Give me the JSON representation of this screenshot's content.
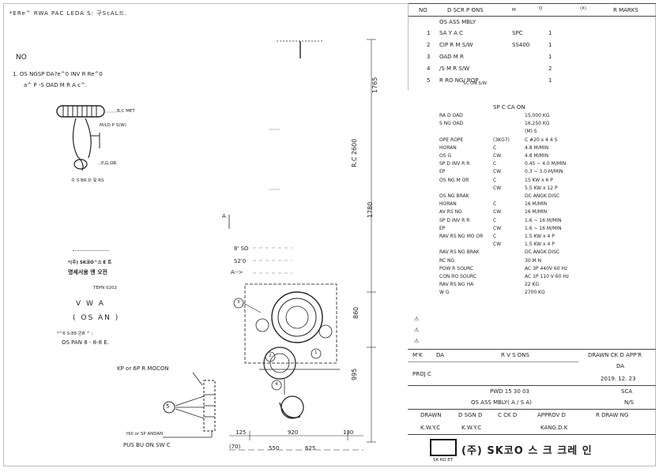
{
  "header_note": "*ERe^ RWA PAC LEDA S: 구ScAL드.",
  "notes": {
    "title": "NO",
    "item1": "1. OS NGSP DA?e^0 INV R Re^0",
    "item1b": "a^ P -S OAD M R A c^.",
    "motor_label1": "B,C MET",
    "motor_label2": "P,G OR ",
    "motor_label3": "M/LD P S(W) ",
    "motor_caption": "수 S BR D 및 RS",
    "logo_caption1": "*(주) SK코O^스 E 트",
    "logo_caption2": "명세서용 엔 오전",
    "logo_caption3": "TEPN 0202",
    "view_label": "V W A",
    "view_sub": "( OS AN )",
    "pan_note1": "*^6 S:88 온B ^ ;",
    "pan_note2": "OS PAN 8 - 8-8 E.",
    "panel_label": "KP or 6P R MOCON",
    "stand_label": "Hill or SP ANDAN",
    "push_label": "PUS BU ON SW C"
  },
  "drawing": {
    "dim_top": "1765",
    "dim_rc": "R.C 2600",
    "dim_mid": "1780",
    "dim_860": "860",
    "dim_995": "995",
    "dim_125": "125",
    "dim_920": "920",
    "dim_130": "130",
    "dim_70": "(70)",
    "dim_550": "550",
    "dim_625": "625",
    "label_a": "A",
    "label_sq": "8' SO",
    "label_sz": "Ѕ2'0",
    "label_arrow": "A-->",
    "bubble3": "3",
    "bubble2": "2",
    "bubble1": "1",
    "bubble4": "4",
    "bubble5": "5"
  },
  "parts_table": {
    "headers": [
      "NO",
      "D SCR P ONS",
      "M",
      "Q",
      "(X)",
      "R MARKS"
    ],
    "group": "OS ASS MBLY",
    "rows": [
      {
        "no": "1",
        "desc": "SA Y A C",
        "mat": "SPC",
        "qty": "1"
      },
      {
        "no": "2",
        "desc": "CIP R M S/W",
        "mat": "SS400",
        "qty": "1"
      },
      {
        "no": "3",
        "desc": "OAD M R",
        "mat": "",
        "qty": "1"
      },
      {
        "no": "4",
        "desc": "/S M R S/W",
        "mat": "",
        "qty": "2"
      },
      {
        "no": "5",
        "desc": "R RO NG/ ROP",
        "mat": "",
        "qty": "1"
      }
    ],
    "row5_sub": "SC ON S/W"
  },
  "spec": {
    "title": "SP C CA ON",
    "rows": [
      {
        "k": "RA D OAD",
        "u": "",
        "v": "15,000 KG"
      },
      {
        "k": "S NG OAD",
        "u": "",
        "v": "16,250 KG"
      },
      {
        "k": "",
        "u": "",
        "v": "(M) S"
      },
      {
        "k": "OPE ROPE",
        "u": "(3KG7)",
        "v": "C #20 x 4 4 S"
      },
      {
        "k": "HORAN",
        "u": "C",
        "v": "4.8 M/MIN"
      },
      {
        "k": "OS G",
        "u": "CW",
        "v": "4.8 M/MIN"
      },
      {
        "k": "SP D INV R R",
        "u": "C",
        "v": "0.45 ~ 4.0 M/MIN"
      },
      {
        "k": "EP",
        "u": "CW",
        "v": "0.3 ~ 3.0 M/MIN"
      },
      {
        "k": "OS NG M OR",
        "u": "C",
        "v": "15 KW x 6 P"
      },
      {
        "k": "",
        "u": "CW",
        "v": "5.5 KW x 12 P"
      },
      {
        "k": "OS NG BRAK",
        "u": "",
        "v": "DC ANGK DISC"
      },
      {
        "k": "HORAN",
        "u": "C",
        "v": "16 M/MIN"
      },
      {
        "k": "AV RS NG",
        "u": "CW",
        "v": "16 M/MIN"
      },
      {
        "k": "SP D INV R R",
        "u": "C",
        "v": "1.6 ~ 16 M/MIN"
      },
      {
        "k": "EP",
        "u": "CW",
        "v": "1.6 ~ 16 M/MIN"
      },
      {
        "k": "RAV RS NG MO OR",
        "u": "C",
        "v": "1.5 KW x 4 P"
      },
      {
        "k": "",
        "u": "CW",
        "v": "1.5 KW x 4 P"
      },
      {
        "k": "RAV RS NG BRAK",
        "u": "",
        "v": "DC ANGK DISC"
      },
      {
        "k": "RC NG",
        "u": "",
        "v": "30 M N"
      },
      {
        "k": "POW R SOURC",
        "u": "",
        "v": "AC 3P 440V 60 Hz"
      },
      {
        "k": "CON RO SOURC",
        "u": "",
        "v": "AC 1P 110 V 60 Hz"
      },
      {
        "k": "RAV RS NG HA",
        "u": "",
        "v": "22 KG"
      },
      {
        "k": "W G",
        "u": "",
        "v": "2700 KG"
      }
    ]
  },
  "title_block": {
    "revisions_label": "R V S ONS",
    "mk_label": "M'K",
    "da_label": "DA",
    "drawn_label": "DRAWN CK D APP'R",
    "da2_label": "DA",
    "date": "2019. 12. 23",
    "project_label": "PROJ C",
    "drawing_no": "PWD 15 30 03",
    "drawing_title": "OS ASS MBLY( A / S A)",
    "sca_label": "SCA",
    "scale": "N/S",
    "drawn": "DRAWN",
    "designed": "D SGN D",
    "checked": "C CK D",
    "approved": "APPROV D",
    "r_drawing": "R DRAW NG",
    "drawn_by": "K.W.Y.C",
    "designed_by": "K.W.Y.C",
    "approved_by": "KANG.D.K",
    "company": "(주) SK코O 스 크 크레 인",
    "company_sub": "SK KO ET"
  }
}
